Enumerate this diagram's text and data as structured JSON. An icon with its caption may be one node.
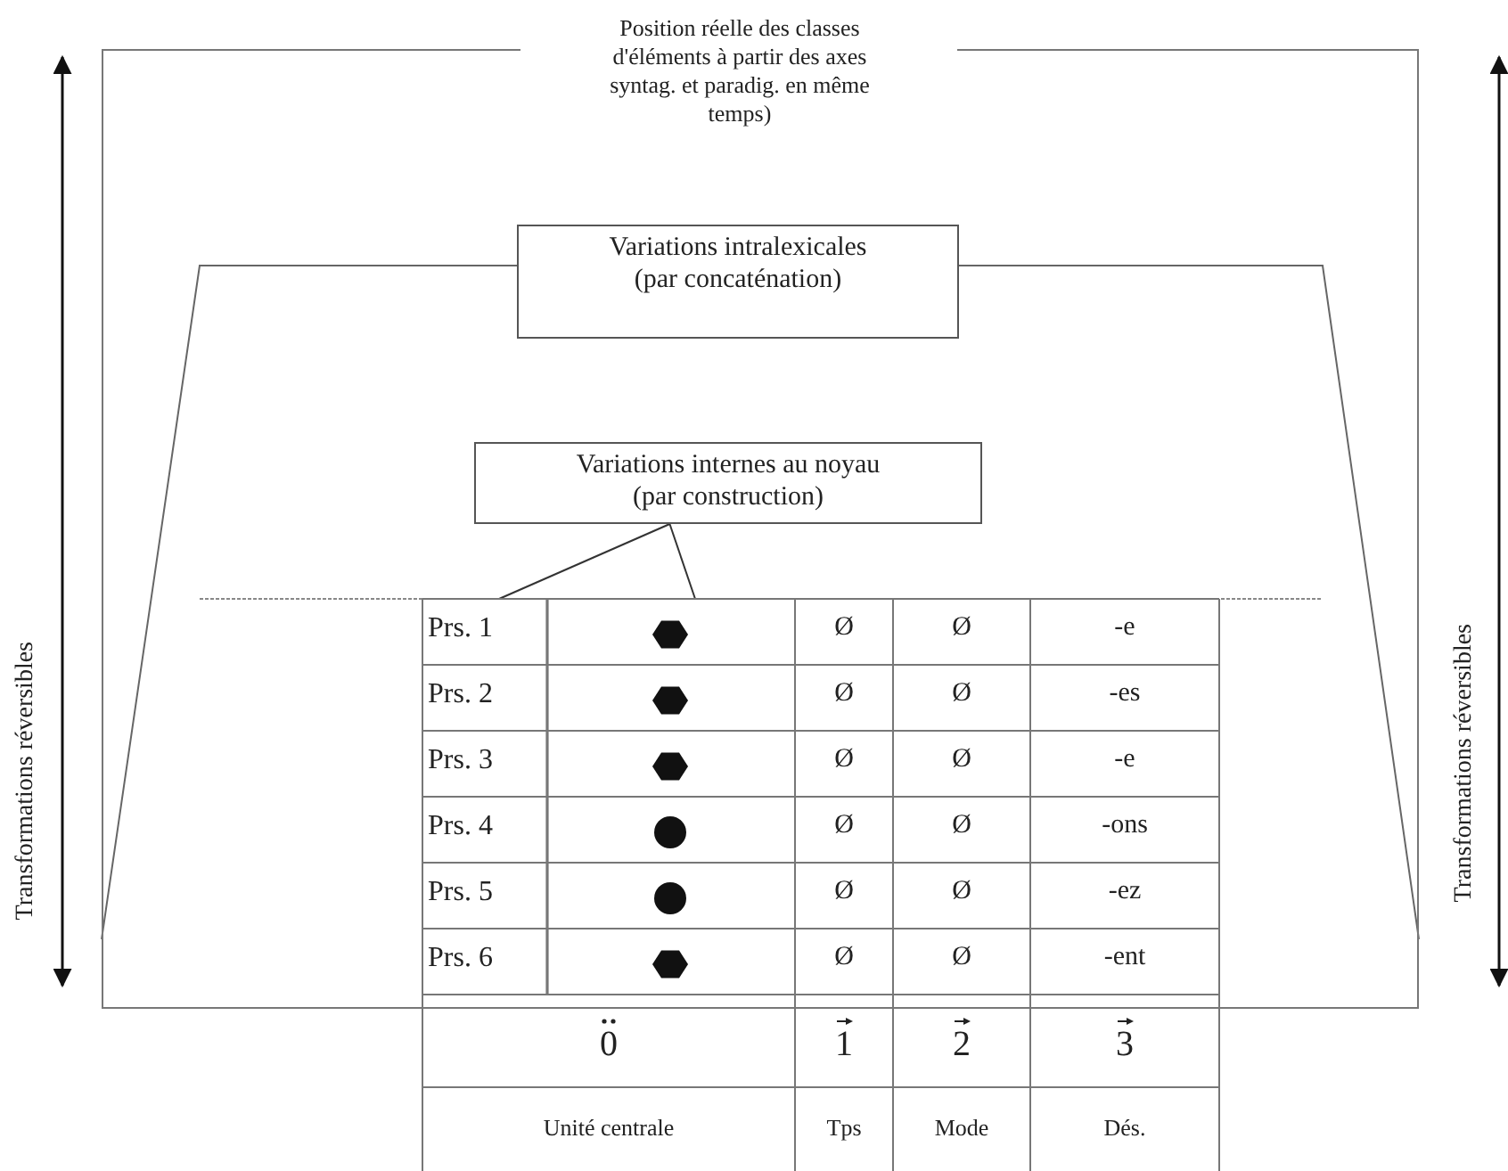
{
  "diagram": {
    "nodes": [
      {
        "text": [
          "Position réelle des classes d'éléments à partir des axes syntag. et paradig. en même temps)"
        ]
      },
      {
        "text": [
          "Variations intralexicales (par concaténation)"
        ],
        "in": 0
      },
      {
        "text": [
          "Variations internes au noyau (par construction)"
        ],
        "in": 0
      }
    ],
    "edges": [
      {
        "from": 2,
        "to": null,
        "arrow": "none"
      },
      {
        "from": 2,
        "to": null,
        "arrow": "none"
      }
    ],
    "labels": [
      "Prs. 1",
      "Ø",
      "Ø",
      "-e",
      "Prs. 2",
      "Ø",
      "Ø",
      "-es",
      "Prs. 3",
      "Ø",
      "Ø",
      "-e",
      "Prs. 4",
      "Ø",
      "Ø",
      "-ons",
      "Prs. 5",
      "Ø",
      "Ø",
      "-ez",
      "Prs. 6",
      "Ø",
      "Ø",
      "-ent",
      "0",
      "1",
      "2",
      "3",
      "Unité centrale",
      "Tps",
      "Mode",
      "Dés.",
      "Transformations réversibles",
      "Transformations réversibles"
    ]
  }
}
